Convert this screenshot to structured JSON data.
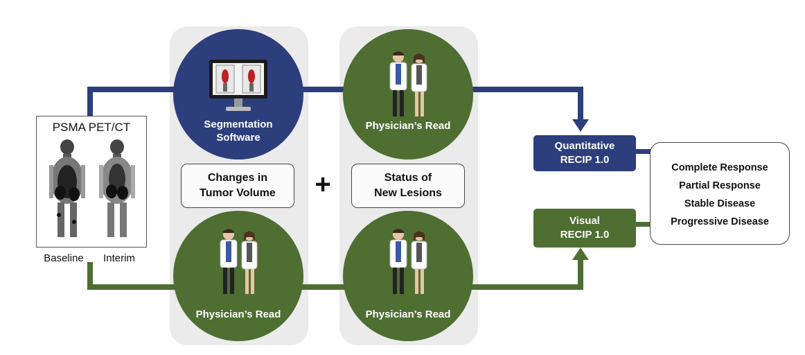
{
  "scan": {
    "title": "PSMA PET/CT",
    "label_left": "Baseline",
    "label_right": "Interim"
  },
  "top_path": {
    "segmentation": "Segmentation\nSoftware",
    "physician_read": "Physician’s Read"
  },
  "bottom_path": {
    "physician_read_left": "Physician’s Read",
    "physician_read_right": "Physician’s Read"
  },
  "middle": {
    "tumor_volume": "Changes in\nTumor Volume",
    "plus": "+",
    "new_lesions": "Status of\nNew Lesions"
  },
  "outputs": {
    "quantitative": "Quantitative\nRECIP 1.0",
    "visual": "Visual\nRECIP 1.0"
  },
  "responses": [
    "Complete Response",
    "Partial Response",
    "Stable Disease",
    "Progressive Disease"
  ],
  "colors": {
    "blue": "#2d3e7c",
    "green": "#4e6e32",
    "panel": "#ebebeb"
  },
  "icons": [
    "monitor-icon",
    "physicians-icon",
    "arrow-down-icon",
    "arrow-up-icon"
  ]
}
